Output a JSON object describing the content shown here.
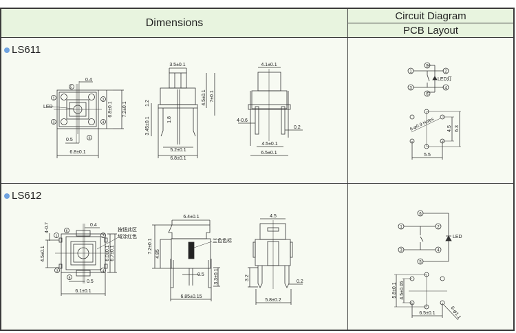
{
  "header": {
    "dimensions": "Dimensions",
    "circuit_diagram": "Circuit Diagram",
    "pcb_layout": "PCB Layout"
  },
  "colors": {
    "header_bg": "#e8f4df",
    "body_bg": "#f7faf2",
    "border": "#3a3a3a",
    "bullet": "#6fa3e0"
  },
  "rows": [
    {
      "model": "LS611",
      "top_view": {
        "led_label": "LED",
        "pin_numbers": [
          "1",
          "2",
          "3",
          "4",
          "5",
          "6"
        ],
        "dims": {
          "pin_gap_top": "0.4",
          "pin_gap_bottom": "0.5",
          "width": "6.8±0.1",
          "inner_height": "6.8±0.1",
          "outer_height": "7.2±0.1"
        }
      },
      "front_view": {
        "dims": {
          "cap_width": "3.5±0.1",
          "total_height": "7±0.1",
          "body_height": "4.5±0.1",
          "flange": "1.2",
          "led_pin": "1.8",
          "pin_length": "3.45±0.1",
          "pin_span": "5.2±0.1",
          "width": "6.8±0.1"
        }
      },
      "side_view": {
        "dims": {
          "cap_width": "4.1±0.1",
          "pin_width": "4-0.6",
          "pin_thickness": "0.2",
          "pin_span": "4.5±0.1",
          "width": "6.5±0.1"
        }
      },
      "circuit": {
        "pins": [
          "1",
          "2",
          "3",
          "4",
          "5",
          "6"
        ],
        "led_label": "LED灯"
      },
      "pcb": {
        "holes_label": "6-φ0.9 Holes",
        "dims": {
          "spacing_x": "5.5",
          "inner_y": "4.5",
          "outer_y": "6.3"
        }
      }
    },
    {
      "model": "LS612",
      "top_view": {
        "note": [
          "按钮此区",
          "域涂红色"
        ],
        "pin_numbers": [
          "1",
          "2",
          "3",
          "4",
          "5",
          "6"
        ],
        "dims": {
          "pin_width": "4-0.7",
          "pin_gap_top": "0.4",
          "pin_gap_bottom": "0.5",
          "height_left": "4.5±0.1",
          "inner_height": "6.0±0.1",
          "outer_height": "6.7±0.1",
          "width": "6.1±0.1"
        }
      },
      "front_view": {
        "note": "兰色色标",
        "dims": {
          "top_width": "6.4±0.1",
          "total_height": "7.2±0.1",
          "body_height": "4.85",
          "led_pin": "0.5",
          "pin_length": "3.3±0.1",
          "width": "6.85±0.15"
        }
      },
      "side_view": {
        "dims": {
          "top_width": "4.5",
          "pin_length": "3.2",
          "pin_thickness": "0.2",
          "width": "5.8±0.2"
        }
      },
      "circuit": {
        "pins": [
          "1",
          "2",
          "3",
          "4",
          "5",
          "6"
        ],
        "led_label": "LED"
      },
      "pcb": {
        "hole_label": "6-φ1.1",
        "dims": {
          "outer_y": "5.8±0.1",
          "inner_y": "4.5±0.05",
          "spacing_x": "6.5±0.1"
        }
      }
    }
  ]
}
